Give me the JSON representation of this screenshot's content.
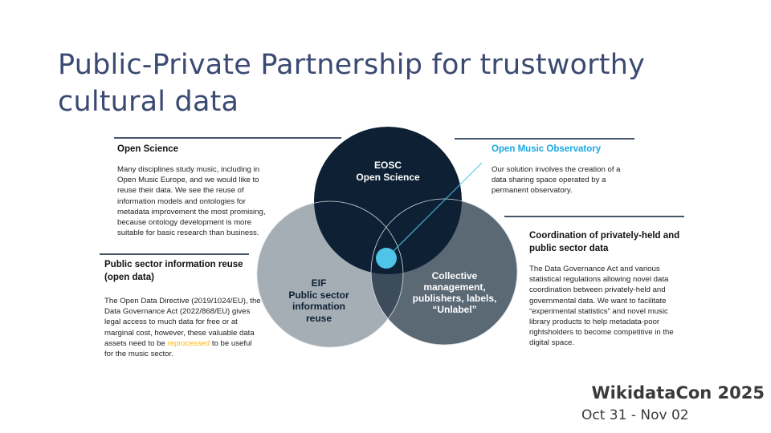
{
  "title": "Public-Private Partnership for trustworthy cultural data",
  "sections": {
    "open_science": {
      "heading": "Open Science",
      "body": "Many disciplines study music, including in Open Music Europe, and we would like to reuse their data. We see the reuse of information models and ontologies for metadata improvement the most promising, because ontology development is more suitable for basic research than business."
    },
    "public_sector": {
      "heading": "Public sector information reuse (open data)",
      "body_before": "The Open Data Directive (2019/1024/EU), the Data Governance Act (2022/868/EU) gives legal access to much data for free or at marginal cost, however, these valuable data assets need to be ",
      "highlight": "reprocessed",
      "body_after": " to be useful for the music sector."
    },
    "observatory": {
      "heading": "Open Music Observatory",
      "body": "Our solution involves the creation of a data sharing space operated by a permanent observatory."
    },
    "coordination": {
      "heading": "Coordination of privately-held and public sector data",
      "body": "The Data Governance Act and various statistical regulations allowing novel data coordination between privately-held and governmental data. We want to facilitate “experimental statistics” and novel music library products to help metadata-poor rightsholders to become competitive in the digital space."
    }
  },
  "venn": {
    "top": {
      "line1": "EOSC",
      "line2": "Open Science",
      "color": "#0d2034"
    },
    "left": {
      "line1": "EIF",
      "line2": "Public sector",
      "line3": "information",
      "line4": "reuse",
      "color": "#a6aeb5"
    },
    "right": {
      "line1": "Collective",
      "line2": "management,",
      "line3": "publishers, labels,",
      "line4": "“Unlabel”",
      "color": "#5b6975"
    },
    "center_color": "#4fc3e8"
  },
  "colors": {
    "title": "#3b4a72",
    "accent": "#1aa7e6",
    "highlight": "#f5b921"
  },
  "footer": {
    "event": "WikidataCon 2025",
    "dates": "Oct 31 - Nov 02"
  }
}
